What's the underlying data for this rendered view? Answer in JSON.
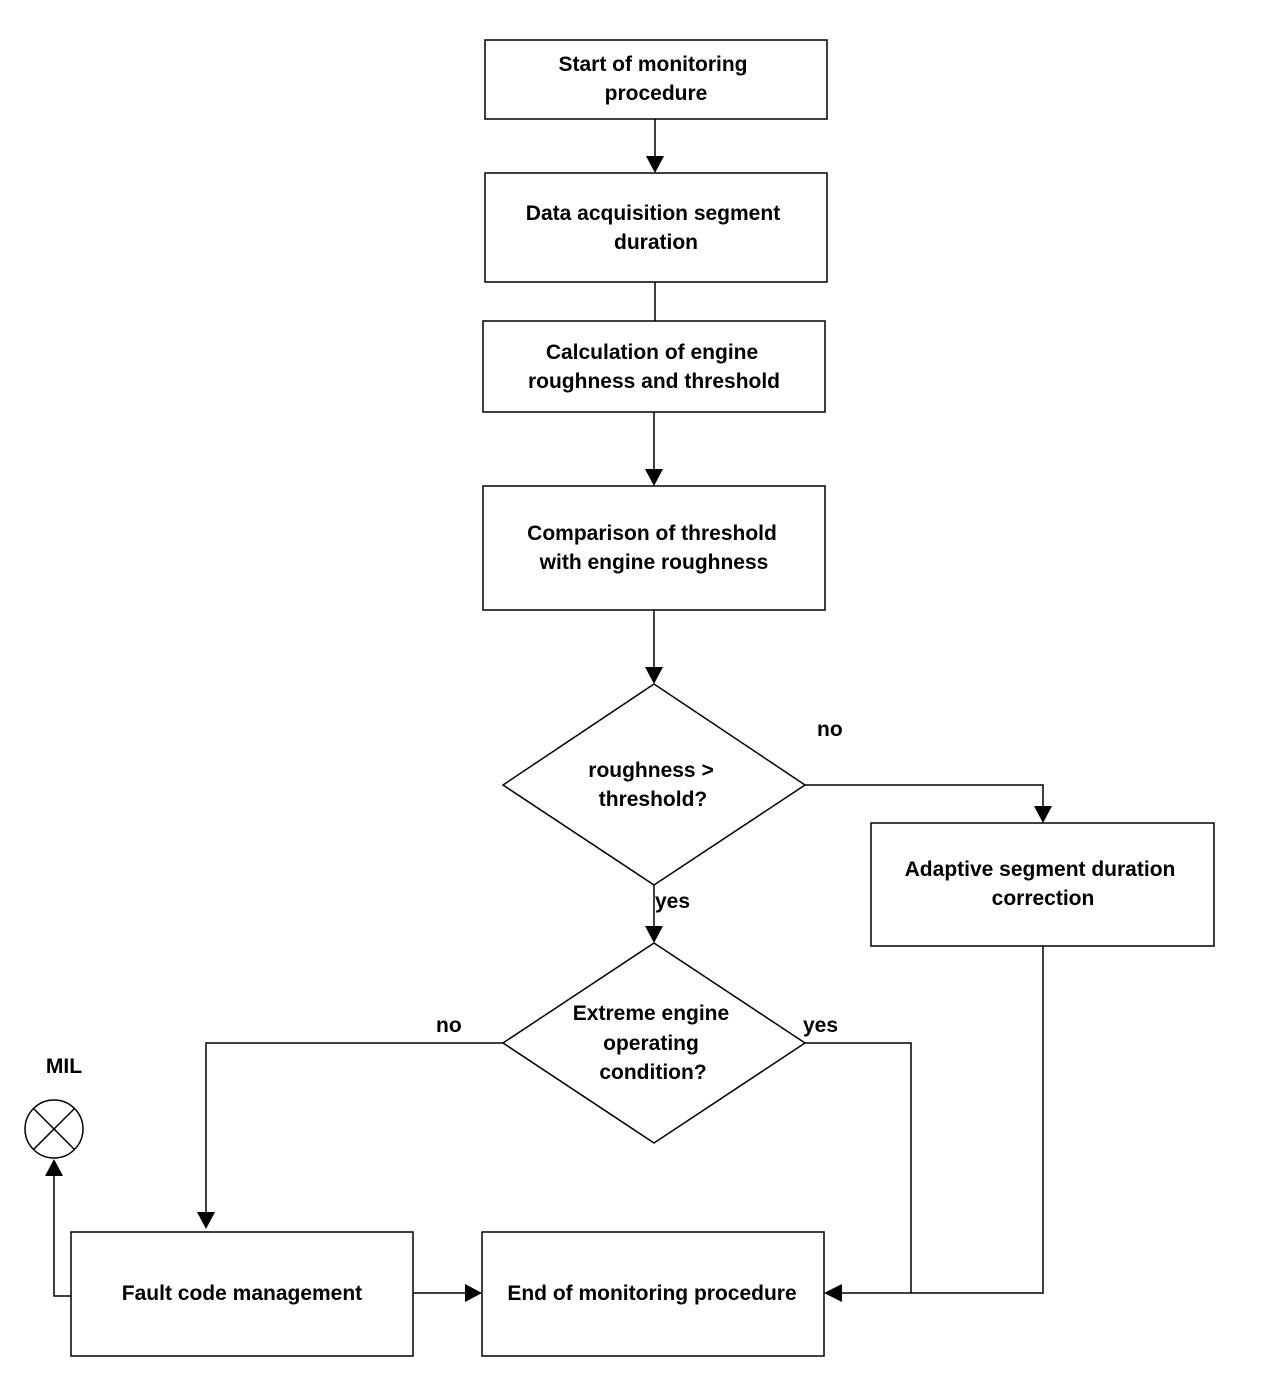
{
  "nodes": {
    "start": {
      "line1": "Start of monitoring",
      "line2": "procedure"
    },
    "acquisition": {
      "line1": "Data acquisition segment",
      "line2": "duration"
    },
    "calculation": {
      "line1": "Calculation of engine",
      "line2": "roughness and threshold"
    },
    "comparison": {
      "line1": "Comparison of threshold",
      "line2": "with engine roughness"
    },
    "decision_roughness": {
      "line1": "roughness >",
      "line2": "threshold?"
    },
    "adaptive": {
      "line1": "Adaptive segment duration",
      "line2": "correction"
    },
    "decision_extreme": {
      "line1": "Extreme engine",
      "line2": "operating",
      "line3": "condition?"
    },
    "fault": {
      "label": "Fault code management"
    },
    "end": {
      "label": "End of monitoring procedure"
    },
    "mil": {
      "label": "MIL",
      "icon": "indicator-lamp-icon"
    }
  },
  "edges": {
    "roughness_no": "no",
    "roughness_yes": "yes",
    "extreme_no": "no",
    "extreme_yes": "yes"
  }
}
